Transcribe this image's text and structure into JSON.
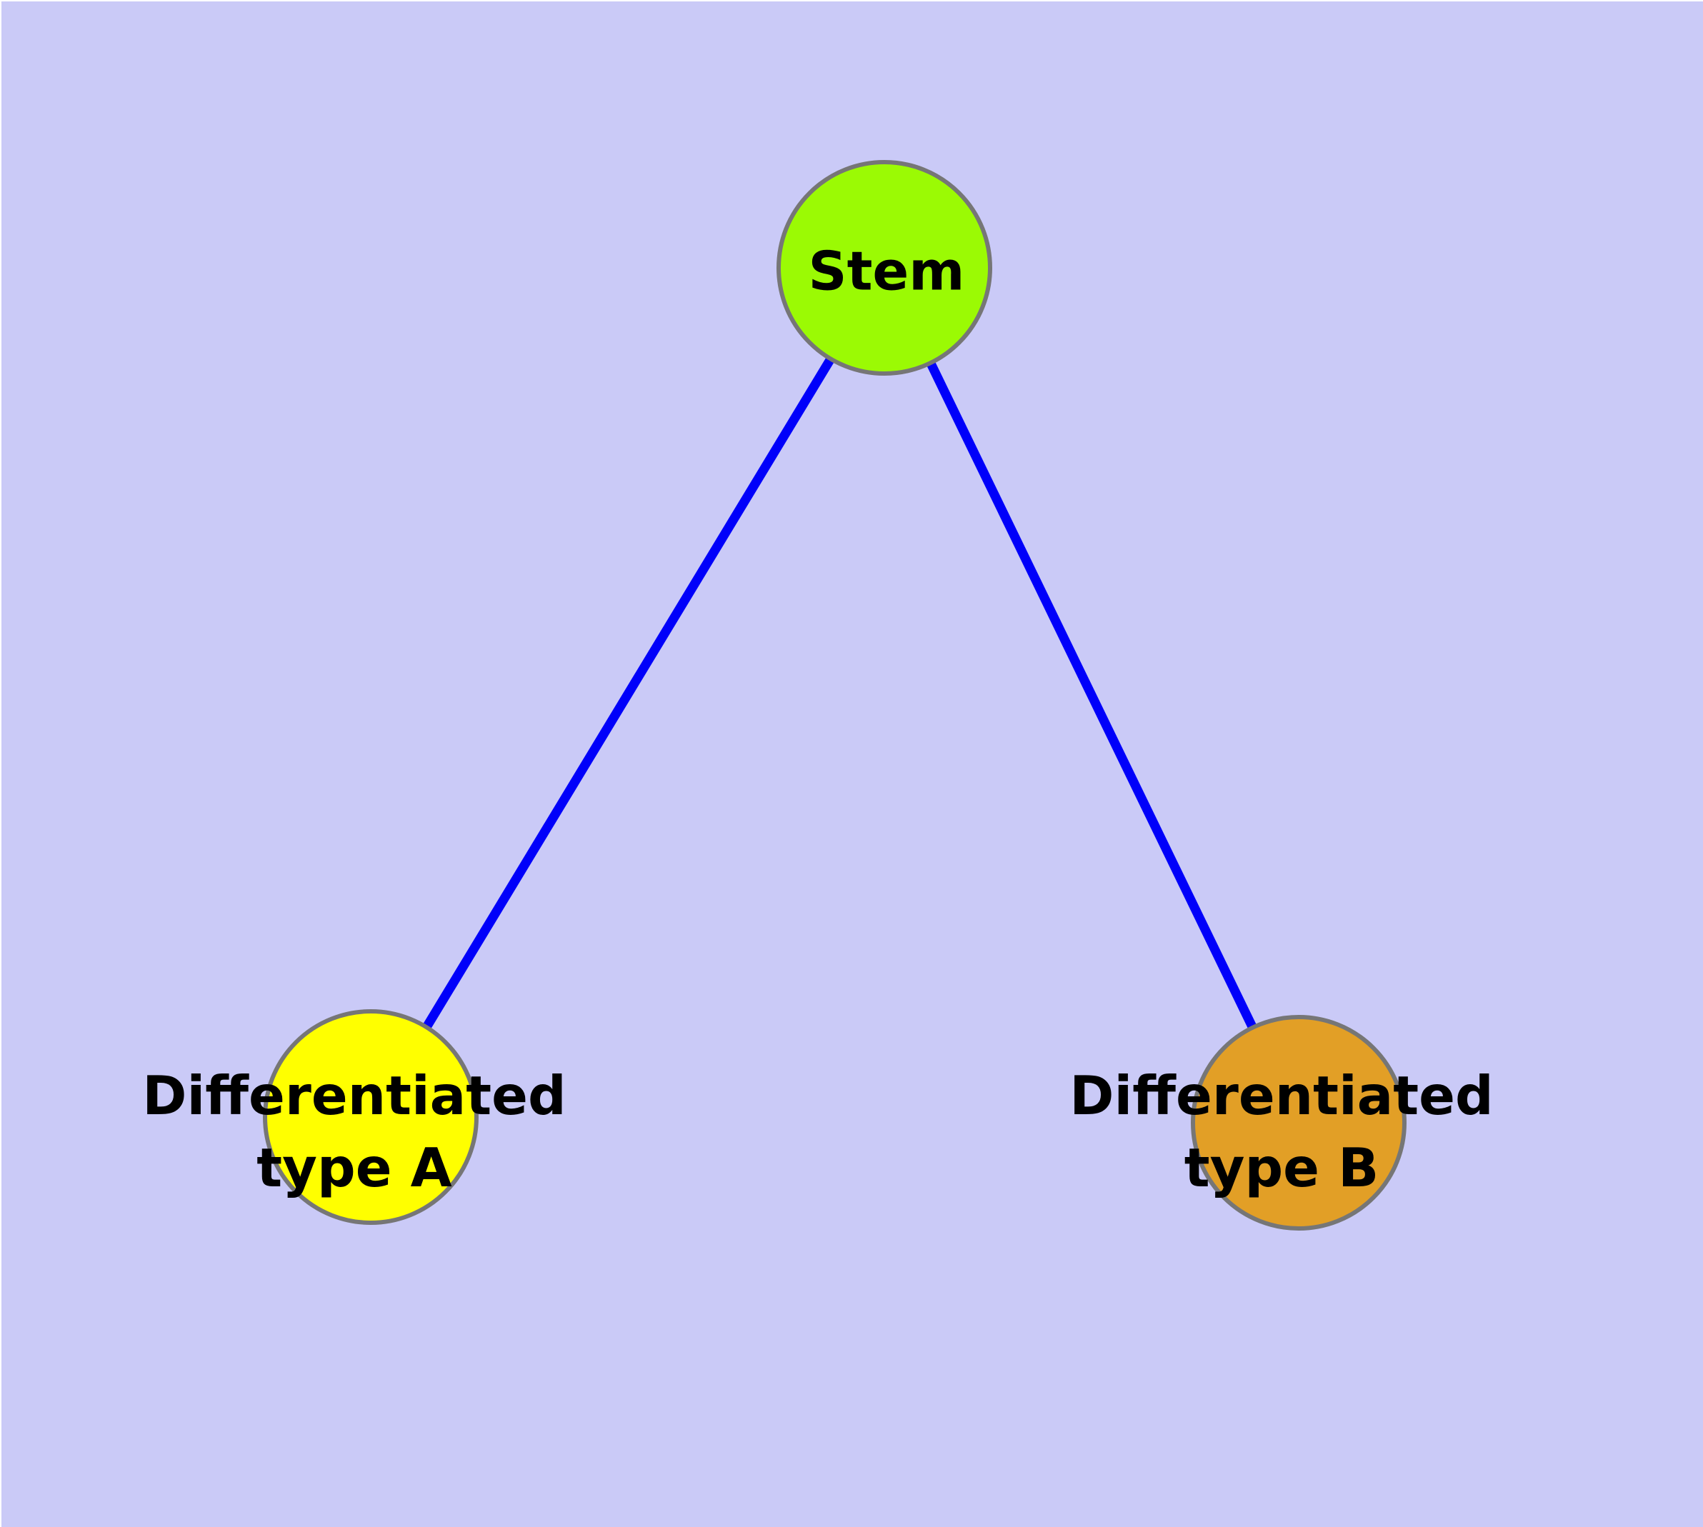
{
  "diagram": {
    "type": "graph",
    "nodes": [
      {
        "id": "stem",
        "label": "Stem",
        "fill": "#9BFA04"
      },
      {
        "id": "diff-a",
        "label_line1": "Differentiated",
        "label_line2": "type A",
        "fill": "#FFFF00"
      },
      {
        "id": "diff-b",
        "label_line1": "Differentiated",
        "label_line2": "type B",
        "fill": "#E29F26"
      }
    ],
    "edges": [
      {
        "from": "stem",
        "to": "diff-a"
      },
      {
        "from": "stem",
        "to": "diff-b"
      }
    ]
  },
  "colors": {
    "background": "#CACAF7",
    "edge": "#0000FA",
    "node_border": "#767676",
    "label": "#000000",
    "stem_fill": "#9BFA04",
    "type_a_fill": "#FFFF00",
    "type_b_fill": "#E29F26"
  }
}
